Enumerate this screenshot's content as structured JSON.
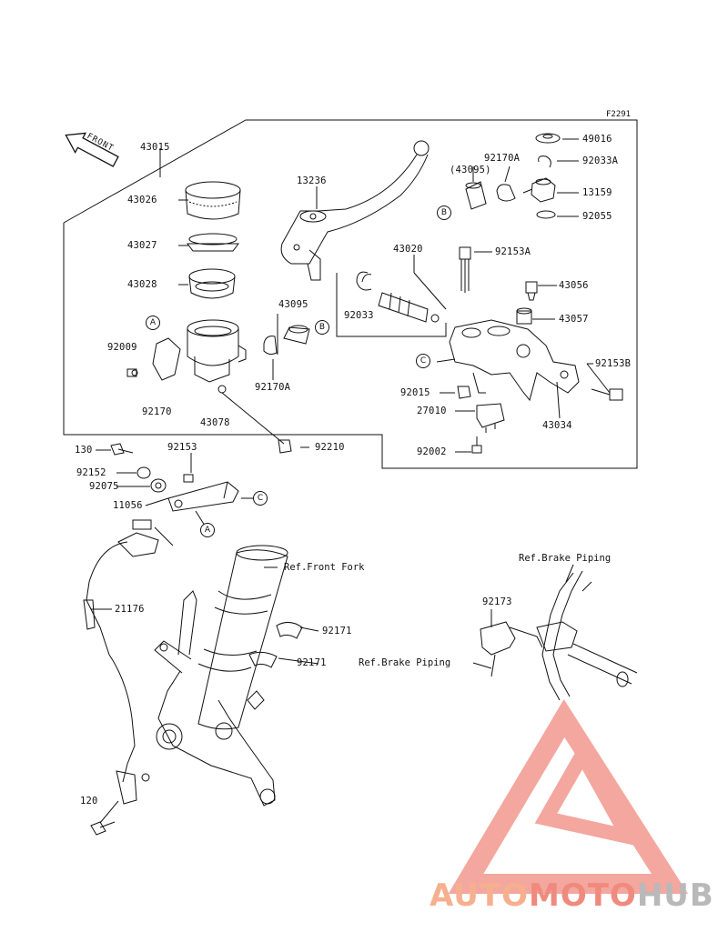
{
  "figure_id": "F2291",
  "front_label": "FRONT",
  "parts": {
    "p43015": "43015",
    "p43026": "43026",
    "p43027": "43027",
    "p43028": "43028",
    "p92009": "92009",
    "p92170": "92170",
    "p43078": "43078",
    "p13236": "13236",
    "p43095": "43095",
    "p92170a_lower": "92170A",
    "p43020": "43020",
    "p92033": "92033",
    "p92210": "92210",
    "p49016": "49016",
    "p92033a": "92033A",
    "p92170a_upper": "92170A",
    "p43095_paren": "(43095)",
    "p13159": "13159",
    "p92055": "92055",
    "p92153a": "92153A",
    "p43056": "43056",
    "p43057": "43057",
    "p92153b": "92153B",
    "p92015": "92015",
    "p27010": "27010",
    "p43034": "43034",
    "p92002": "92002",
    "p130": "130",
    "p92153": "92153",
    "p92152": "92152",
    "p92075": "92075",
    "p11056": "11056",
    "p21176": "21176",
    "p92171_a": "92171",
    "p92171_b": "92171",
    "p92173": "92173",
    "p120": "120"
  },
  "refs": {
    "front_fork": "Ref.Front Fork",
    "brake_piping_top": "Ref.Brake Piping",
    "brake_piping_left": "Ref.Brake Piping"
  },
  "letters": {
    "a1": "A",
    "a2": "A",
    "b1": "B",
    "b2": "B",
    "c1": "C",
    "c2": "C"
  },
  "watermark": {
    "part1": "AUTO",
    "part2": "MOTO",
    "part3": "HUB",
    "colors": {
      "auto": "#f6b08f",
      "moto": "#f08a7e",
      "hub": "#b9b9b9",
      "logo": "#f08a7e"
    }
  }
}
